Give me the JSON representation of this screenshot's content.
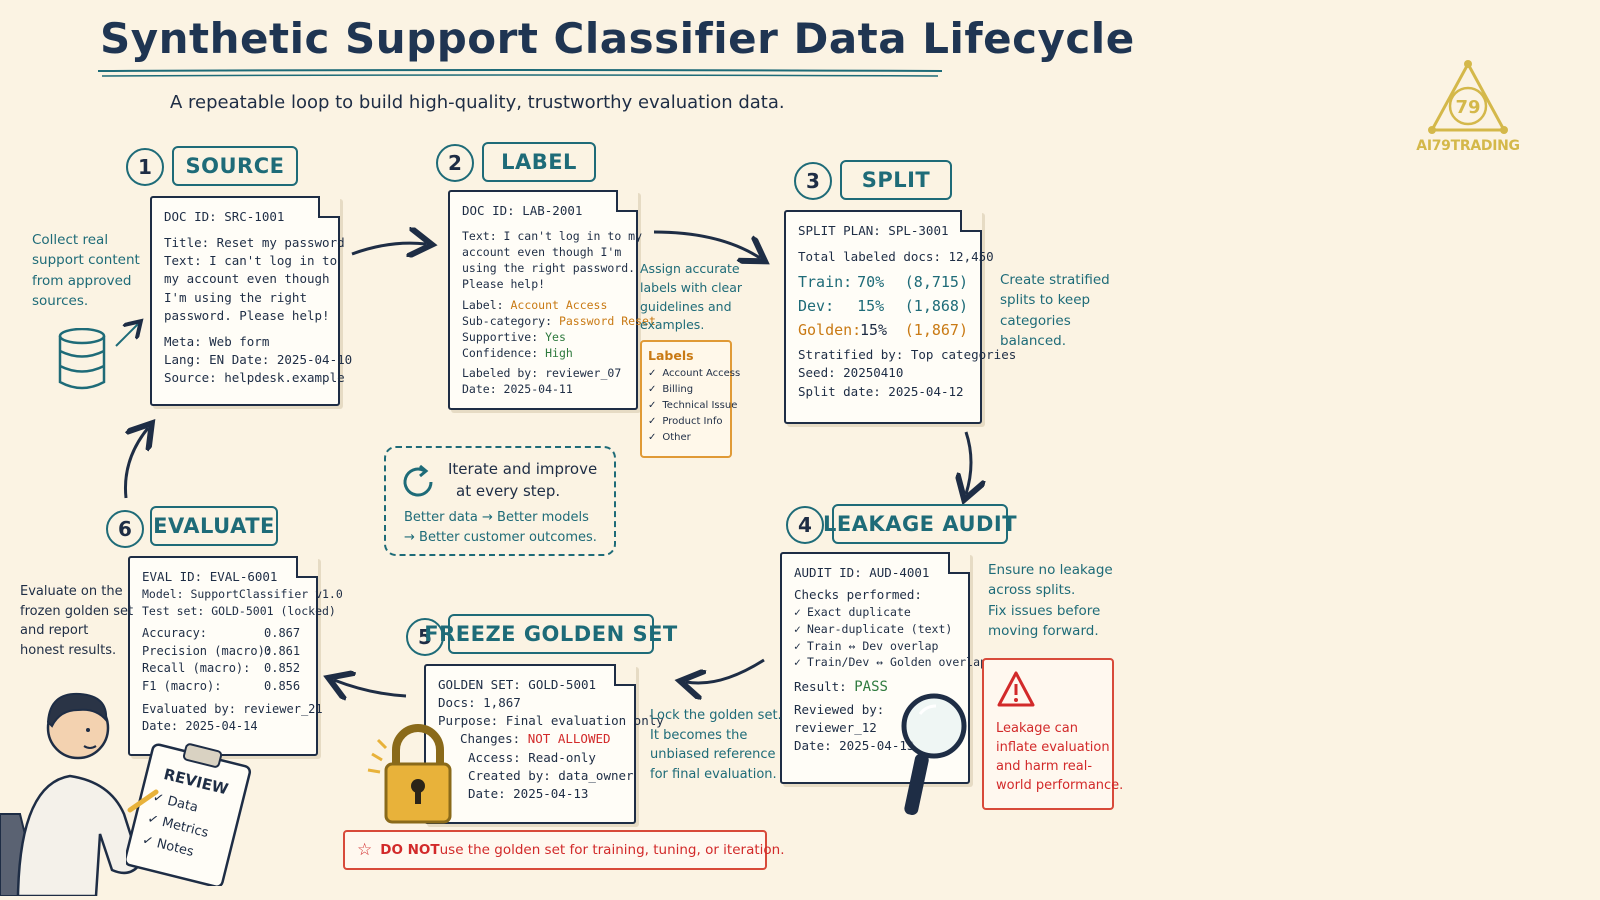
{
  "title": "Synthetic Support Classifier Data Lifecycle",
  "subtitle": "A repeatable loop to build high-quality, trustworthy evaluation data.",
  "logo": {
    "text": "AI79TRADING",
    "mark": "79"
  },
  "colors": {
    "teal": "#1e6b78",
    "navy": "#1e2d45",
    "orange": "#c97a14",
    "green": "#2e7a3e",
    "red": "#d22a2a",
    "paper": "#fbf3e3"
  },
  "steps": {
    "source": {
      "num": "1",
      "label": "SOURCE",
      "note": [
        "Collect real",
        "support content",
        "from approved",
        "sources."
      ],
      "icon": "database-icon",
      "card": {
        "doc_id": "DOC ID: SRC-1001",
        "title": "Title: Reset my password",
        "text": [
          "Text: I can't log in to",
          "my account even though",
          "I'm using the right",
          "password. Please help!"
        ],
        "meta": "Meta: Web form",
        "lang_date": "Lang: EN   Date: 2025-04-10",
        "source": "Source: helpdesk.example"
      }
    },
    "label": {
      "num": "2",
      "label": "LABEL",
      "note": [
        "Assign accurate",
        "labels with clear",
        "guidelines and",
        "examples."
      ],
      "card": {
        "doc_id": "DOC ID: LAB-2001",
        "text": [
          "Text: I can't log in to my",
          "account even though I'm",
          "using the right password.",
          "Please help!"
        ],
        "label_key": "Label: ",
        "label_val": "Account Access",
        "subcat_key": "Sub-category: ",
        "subcat_val": "Password Reset",
        "supportive_key": "Supportive: ",
        "supportive_val": "Yes",
        "confidence_key": "Confidence: ",
        "confidence_val": "High",
        "labeled_by": "Labeled by: reviewer_07",
        "date": "Date: 2025-04-11"
      },
      "labels_list": {
        "heading": "Labels",
        "items": [
          "Account Access",
          "Billing",
          "Technical Issue",
          "Product Info",
          "Other"
        ]
      }
    },
    "split": {
      "num": "3",
      "label": "SPLIT",
      "note": [
        "Create stratified",
        "splits to keep",
        "categories",
        "balanced."
      ],
      "card": {
        "plan": "SPLIT PLAN: SPL-3001",
        "total": "Total labeled docs: 12,450",
        "rows": [
          {
            "name": "Train:",
            "pct": "70%",
            "count": "(8,715)"
          },
          {
            "name": "Dev:",
            "pct": "15%",
            "count": "(1,868)"
          },
          {
            "name": "Golden:",
            "pct": "15%",
            "count": "(1,867)"
          }
        ],
        "stratified": "Stratified by: Top categories",
        "seed": "Seed: 20250410",
        "split_date": "Split date: 2025-04-12"
      }
    },
    "leakage": {
      "num": "4",
      "label": "LEAKAGE AUDIT",
      "note": [
        "Ensure no leakage",
        "across splits.",
        "Fix issues before",
        "moving forward."
      ],
      "card": {
        "audit_id": "AUDIT ID: AUD-4001",
        "checks_heading": "Checks performed:",
        "checks": [
          "Exact duplicate",
          "Near-duplicate (text)",
          "Train ↔ Dev overlap",
          "Train/Dev ↔ Golden overlap"
        ],
        "result_key": "Result: ",
        "result_val": "PASS",
        "reviewed_by": "Reviewed by:",
        "reviewer": "reviewer_12",
        "date": "Date: 2025-04-13"
      },
      "warning": [
        "Leakage can",
        "inflate evaluation",
        "and harm real-",
        "world performance."
      ]
    },
    "freeze": {
      "num": "5",
      "label": "FREEZE GOLDEN SET",
      "note": [
        "Lock the golden set.",
        "It becomes the",
        "unbiased reference",
        "for final evaluation."
      ],
      "card": {
        "golden": "GOLDEN SET: GOLD-5001",
        "docs": "Docs: 1,867",
        "purpose": "Purpose: Final evaluation only",
        "changes_key": "Changes: ",
        "changes_val": "NOT ALLOWED",
        "access": "Access: Read-only",
        "created_by": "Created by: data_owner",
        "date": "Date: 2025-04-13"
      },
      "donot_bold": "DO NOT",
      "donot_rest": " use the golden set for training, tuning, or iteration."
    },
    "evaluate": {
      "num": "6",
      "label": "EVALUATE",
      "note": [
        "Evaluate on the",
        "frozen golden set",
        "and report",
        "honest results."
      ],
      "card": {
        "eval_id": "EVAL ID: EVAL-6001",
        "model": "Model: SupportClassifier v1.0",
        "test_set": "Test set: GOLD-5001 (locked)",
        "metrics": [
          {
            "name": "Accuracy:",
            "value": "0.867"
          },
          {
            "name": "Precision (macro):",
            "value": "0.861"
          },
          {
            "name": "Recall (macro):",
            "value": "0.852"
          },
          {
            "name": "F1 (macro):",
            "value": "0.856"
          }
        ],
        "evaluated_by": "Evaluated by: reviewer_21",
        "date": "Date: 2025-04-14"
      },
      "clipboard": {
        "title": "REVIEW",
        "items": [
          "Data",
          "Metrics",
          "Notes"
        ]
      }
    }
  },
  "iterate": {
    "line1": "Iterate and improve",
    "line2": "at every step.",
    "line3": "Better data → Better models",
    "line4": "→ Better customer outcomes."
  }
}
